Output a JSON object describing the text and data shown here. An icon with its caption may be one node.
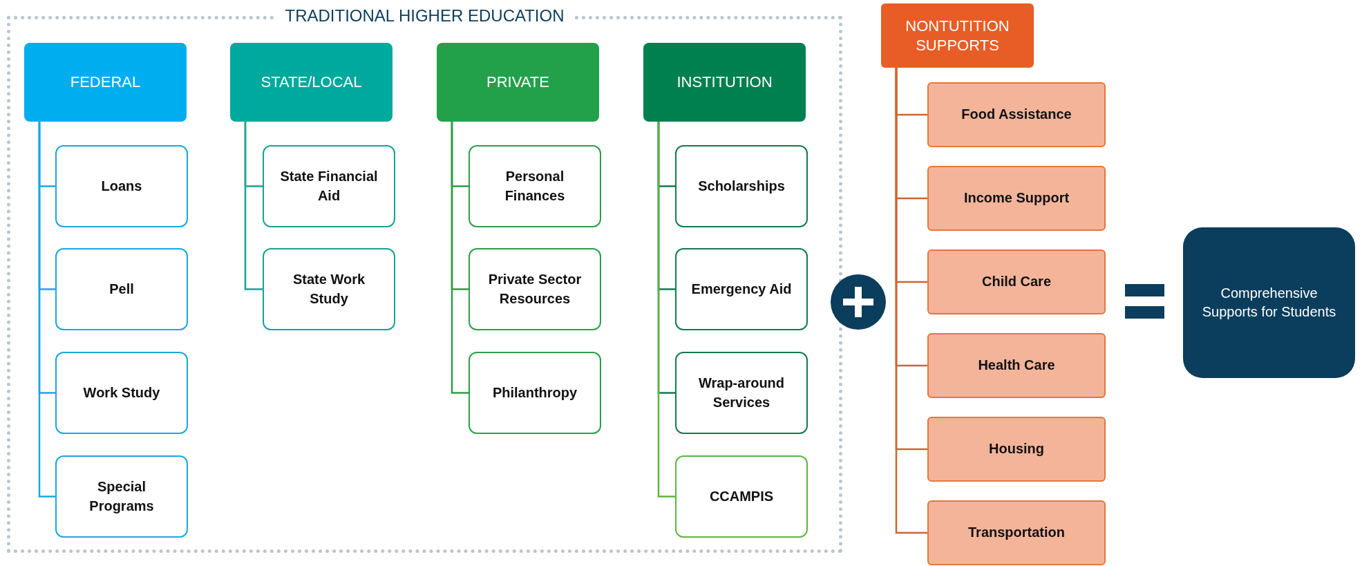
{
  "diagram": {
    "nodes": [
      {
        "text": [
          "TRADITIONAL HIGHER EDUCATION"
        ]
      },
      {
        "text": [
          "FEDERAL"
        ],
        "in": 0
      },
      {
        "text": [
          "Loans"
        ],
        "in": 0
      },
      {
        "text": [
          "Pell"
        ],
        "in": 0
      },
      {
        "text": [
          "Work Study"
        ],
        "in": 0
      },
      {
        "text": [
          "Special Programs"
        ],
        "in": 0
      },
      {
        "text": [
          "STATE/LOCAL"
        ],
        "in": 0
      },
      {
        "text": [
          "State Financial Aid"
        ],
        "in": 0
      },
      {
        "text": [
          "State Work Study"
        ],
        "in": 0
      },
      {
        "text": [
          "PRIVATE"
        ],
        "in": 0
      },
      {
        "text": [
          "Personal Finances"
        ],
        "in": 0
      },
      {
        "text": [
          "Private Sector Resources"
        ],
        "in": 0
      },
      {
        "text": [
          "Philanthropy"
        ],
        "in": 0
      },
      {
        "text": [
          "INSTITUTION"
        ],
        "in": 0
      },
      {
        "text": [
          "Scholarships"
        ],
        "in": 0
      },
      {
        "text": [
          "Emergency Aid"
        ],
        "in": 0
      },
      {
        "text": [
          "Wrap-around Services"
        ],
        "in": 0
      },
      {
        "text": [
          "CCAMPIS"
        ],
        "in": 0
      },
      {
        "text": [
          "NONTUTITION SUPPORTS"
        ]
      },
      {
        "text": [
          "Food Assistance"
        ]
      },
      {
        "text": [
          "Income Support"
        ]
      },
      {
        "text": [
          "Child Care"
        ]
      },
      {
        "text": [
          "Health Care"
        ]
      },
      {
        "text": [
          "Housing"
        ]
      },
      {
        "text": [
          "Transportation"
        ]
      },
      {
        "text": [
          "Comprehensive Supports for Students"
        ]
      }
    ],
    "edges": [
      {
        "from": 1,
        "to": 2,
        "arrow": "none",
        "color": "#1aa7e0"
      },
      {
        "from": 1,
        "to": 3,
        "arrow": "none",
        "color": "#1aa7e0"
      },
      {
        "from": 1,
        "to": 4,
        "arrow": "none",
        "color": "#1aa7e0"
      },
      {
        "from": 1,
        "to": 5,
        "arrow": "none",
        "color": "#1aa7e0"
      },
      {
        "from": 6,
        "to": 7,
        "arrow": "none",
        "color": "#16a394"
      },
      {
        "from": 6,
        "to": 8,
        "arrow": "none",
        "color": "#16a394"
      },
      {
        "from": 9,
        "to": 10,
        "arrow": "none",
        "color": "#2e9e48"
      },
      {
        "from": 9,
        "to": 11,
        "arrow": "none",
        "color": "#2e9e48"
      },
      {
        "from": 9,
        "to": 12,
        "arrow": "none",
        "color": "#2e9e48"
      },
      {
        "from": 13,
        "to": 14,
        "arrow": "none",
        "color": "#137a4c"
      },
      {
        "from": 13,
        "to": 15,
        "arrow": "none",
        "color": "#137a4c"
      },
      {
        "from": 13,
        "to": 16,
        "arrow": "none",
        "color": "#137a4c"
      },
      {
        "from": 13,
        "to": 17,
        "arrow": "none",
        "color": "#5fb345"
      },
      {
        "from": 18,
        "to": 19,
        "arrow": "none",
        "color": "#d0652e"
      },
      {
        "from": 18,
        "to": 20,
        "arrow": "none",
        "color": "#d0652e"
      },
      {
        "from": 18,
        "to": 21,
        "arrow": "none",
        "color": "#d0652e"
      },
      {
        "from": 18,
        "to": 22,
        "arrow": "none",
        "color": "#d0652e"
      },
      {
        "from": 18,
        "to": 23,
        "arrow": "none",
        "color": "#d0652e"
      },
      {
        "from": 18,
        "to": 24,
        "arrow": "none",
        "color": "#d0652e"
      }
    ]
  }
}
